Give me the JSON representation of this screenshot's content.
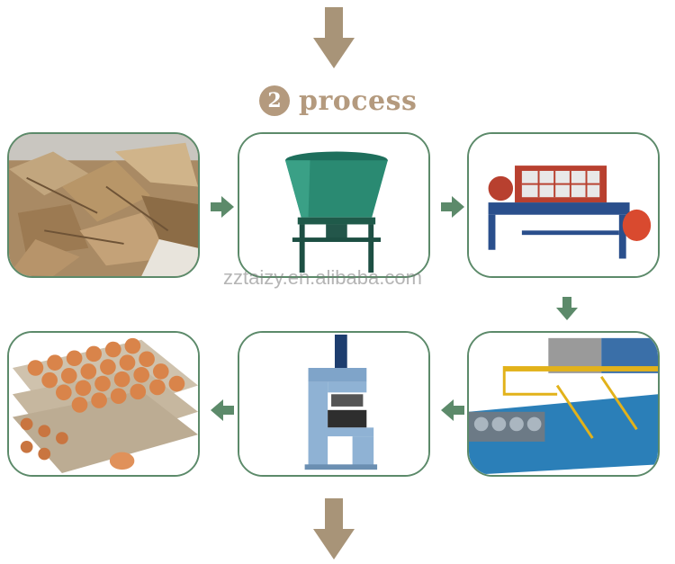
{
  "header": {
    "step_number": "2",
    "title": "process"
  },
  "watermark": "zztaizy.en.alibaba.com",
  "steps": [
    {
      "icon": "waste-paper-image"
    },
    {
      "icon": "pulping-machine-image"
    },
    {
      "icon": "forming-machine-image"
    },
    {
      "icon": "drying-line-image"
    },
    {
      "icon": "hot-press-machine-image"
    },
    {
      "icon": "egg-trays-image"
    }
  ],
  "colors": {
    "card_border": "#5c8a6a",
    "flow_arrow": "#5c8a6a",
    "big_arrow": "#a89478",
    "title": "#b49a7e"
  }
}
